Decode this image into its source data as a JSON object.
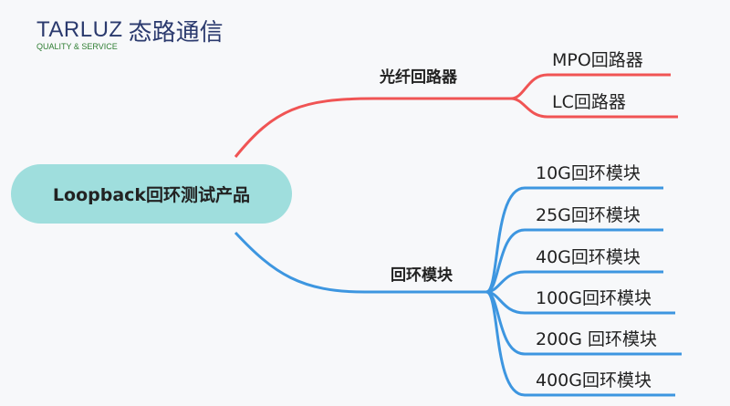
{
  "logo": {
    "brand": "TARLUZ",
    "tagline": "QUALITY & SERVICE",
    "chinese": "态路通信"
  },
  "root": {
    "label": "Loopback回环测试产品"
  },
  "branches": [
    {
      "label": "光纤回路器",
      "color": "#f05454",
      "children": [
        "MPO回路器",
        "LC回路器"
      ]
    },
    {
      "label": "回环模块",
      "color": "#3d96e0",
      "children": [
        "10G回环模块",
        "25G回环模块",
        "40G回环模块",
        "100G回环模块",
        "200G 回环模块",
        "400G回环模块"
      ]
    }
  ]
}
